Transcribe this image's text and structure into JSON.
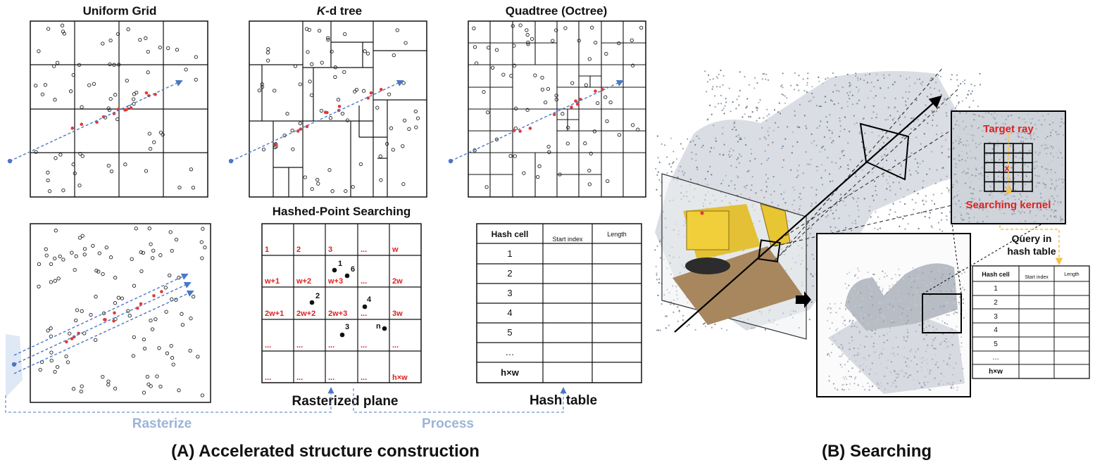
{
  "titles": {
    "uniform_grid": "Uniform Grid",
    "kd_tree_italic": "K",
    "kd_tree_rest": "-d tree",
    "quadtree": "Quadtree (Octree)",
    "hashed_search": "Hashed-Point Searching",
    "rasterized_plane": "Rasterized plane",
    "hash_table": "Hash table"
  },
  "flow": {
    "rasterize": "Rasterize",
    "process": "Process",
    "query": [
      "Query in",
      "hash table"
    ]
  },
  "captions": {
    "a": "(A) Accelerated structure construction",
    "b": "(B) Searching"
  },
  "raster_grid": {
    "cells": [
      [
        "1",
        "2",
        "3",
        "...",
        "w"
      ],
      [
        "w+1",
        "w+2",
        "w+3",
        "...",
        "2w"
      ],
      [
        "2w+1",
        "2w+2",
        "2w+3",
        "...",
        "3w"
      ],
      [
        "...",
        "...",
        "...",
        "...",
        "..."
      ],
      [
        "...",
        "...",
        "...",
        "...",
        "h×w"
      ]
    ],
    "point_labels": [
      "1",
      "6",
      "2",
      "4",
      "3",
      "n"
    ]
  },
  "hash_table": {
    "headers": [
      "Hash cell",
      "Start index",
      "Length"
    ],
    "rows": [
      "1",
      "2",
      "3",
      "4",
      "5",
      "…",
      "h×w"
    ]
  },
  "small_hash_table": {
    "headers": [
      "Hash cell",
      "Start index",
      "Length"
    ],
    "rows": [
      "1",
      "2",
      "3",
      "4",
      "5",
      "…",
      "h×w"
    ]
  },
  "inset": {
    "target_ray": "Target ray",
    "searching_kernel": "Searching kernel",
    "marker": "x"
  },
  "colors": {
    "point_red": "#e53935",
    "ray_blue": "#4a78c2",
    "flow_label": "#9bb4d8",
    "grid_label_red": "#e02020",
    "kernel_yellow": "#f5c242"
  }
}
